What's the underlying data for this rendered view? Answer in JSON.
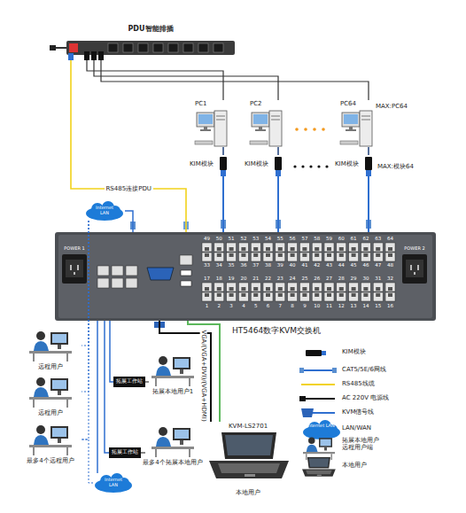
{
  "diagram": {
    "nodes": [
      {
        "text": [
          "PDU智能排插"
        ]
      },
      {
        "text": [
          "PC1"
        ]
      },
      {
        "text": [
          "PC2"
        ]
      },
      {
        "text": [
          "PC64"
        ]
      },
      {
        "text": [
          "KIM模块"
        ]
      },
      {
        "text": [
          "KIM模块"
        ]
      },
      {
        "text": [
          "KIM模块"
        ]
      },
      {
        "text": [
          "Internet LAN"
        ]
      },
      {
        "text": [
          "HT5464数字KVM交换机"
        ]
      },
      {
        "text": [
          "远程用户"
        ]
      },
      {
        "text": [
          "远程用户"
        ]
      },
      {
        "text": [
          "最多4个远程用户"
        ]
      },
      {
        "text": [
          "拓展工作站"
        ]
      },
      {
        "text": [
          "拓展本地用户1"
        ]
      },
      {
        "text": [
          "拓展工作站"
        ]
      },
      {
        "text": [
          "最多4个拓展本地用户"
        ]
      },
      {
        "text": [
          "KVM-LS2701",
          "本地用户"
        ]
      },
      {
        "text": [
          "Internet LAN"
        ]
      }
    ],
    "edges": [
      {
        "from": 0,
        "to": 1,
        "arrow": "none"
      },
      {
        "from": 0,
        "to": 2,
        "arrow": "none"
      },
      {
        "from": 0,
        "to": 3,
        "arrow": "none"
      },
      {
        "from": 1,
        "to": 4,
        "arrow": "none"
      },
      {
        "from": 2,
        "to": 5,
        "arrow": "none"
      },
      {
        "from": 3,
        "to": 6,
        "arrow": "none"
      },
      {
        "from": 4,
        "to": 8,
        "arrow": "none"
      },
      {
        "from": 5,
        "to": 8,
        "arrow": "none"
      },
      {
        "from": 6,
        "to": 8,
        "arrow": "none"
      },
      {
        "from": 0,
        "to": 8,
        "label": "RS485连接PDU",
        "arrow": "none"
      },
      {
        "from": 8,
        "to": 7,
        "arrow": "none"
      },
      {
        "from": 7,
        "to": 9,
        "arrow": "none"
      },
      {
        "from": 7,
        "to": 10,
        "arrow": "none"
      },
      {
        "from": 7,
        "to": 11,
        "arrow": "none"
      },
      {
        "from": 17,
        "to": 11,
        "arrow": "none"
      },
      {
        "from": 8,
        "to": 17,
        "arrow": "none"
      },
      {
        "from": 8,
        "to": 12,
        "arrow": "none"
      },
      {
        "from": 12,
        "to": 13,
        "arrow": "none"
      },
      {
        "from": 8,
        "to": 14,
        "arrow": "none"
      },
      {
        "from": 14,
        "to": 15,
        "arrow": "none"
      },
      {
        "from": 8,
        "to": 16,
        "label": "VGA/(VGA+DVI)/(VGA+HDMI)",
        "arrow": "none"
      },
      {
        "from": 8,
        "to": 16,
        "arrow": "none"
      }
    ],
    "labels": [
      "MAX:PC64",
      "MAX:模块64",
      "POWER 1",
      "POWER 2",
      "49",
      "50",
      "51",
      "52",
      "53",
      "54",
      "55",
      "56",
      "57",
      "58",
      "59",
      "60",
      "61",
      "62",
      "63",
      "64",
      "33",
      "34",
      "35",
      "36",
      "37",
      "38",
      "39",
      "40",
      "41",
      "42",
      "43",
      "44",
      "45",
      "46",
      "47",
      "48",
      "17",
      "18",
      "19",
      "20",
      "21",
      "22",
      "23",
      "24",
      "25",
      "26",
      "27",
      "28",
      "29",
      "30",
      "31",
      "32",
      "1",
      "2",
      "3",
      "4",
      "5",
      "6",
      "7",
      "8",
      "9",
      "10",
      "11",
      "12",
      "13",
      "14",
      "15",
      "16",
      "Internet LAN"
    ],
    "legend": [
      {
        "text": "KIM模块"
      },
      {
        "text": "CAT5/5E/6网线"
      },
      {
        "text": "RS485线缆"
      },
      {
        "text": "AC 220V 电源线"
      },
      {
        "text": "KVM信号线"
      },
      {
        "text": "LAN/WAN"
      },
      {
        "text": "拓展本地用户 远程用户端"
      },
      {
        "text": "本地用户"
      }
    ]
  }
}
